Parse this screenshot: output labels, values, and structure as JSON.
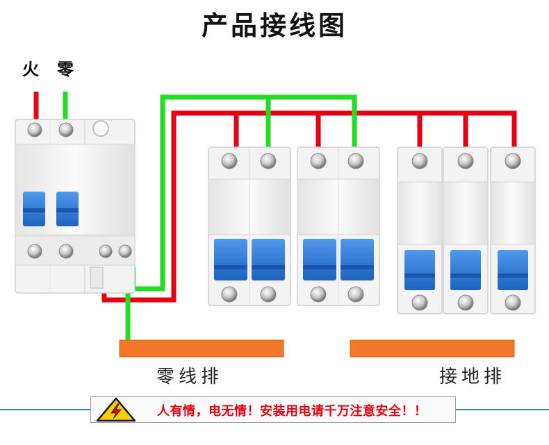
{
  "title": "产品接线图",
  "wire_labels": {
    "live": "火",
    "neutral": "零"
  },
  "busbars": {
    "neutral": "零线排",
    "ground": "接地排"
  },
  "warning": {
    "text": "人有情，电无情！安装用电请千万注意安全！！",
    "icon": "electric-shock-warning-icon"
  },
  "colors": {
    "live_wire": "#e60012",
    "neutral_wire": "#22dd22",
    "busbar": "#f07828",
    "toggle": "#2a78d8",
    "breaker_body": "#f2f2f2",
    "warning_text": "#e60012",
    "divider": "#2f7fd0"
  }
}
